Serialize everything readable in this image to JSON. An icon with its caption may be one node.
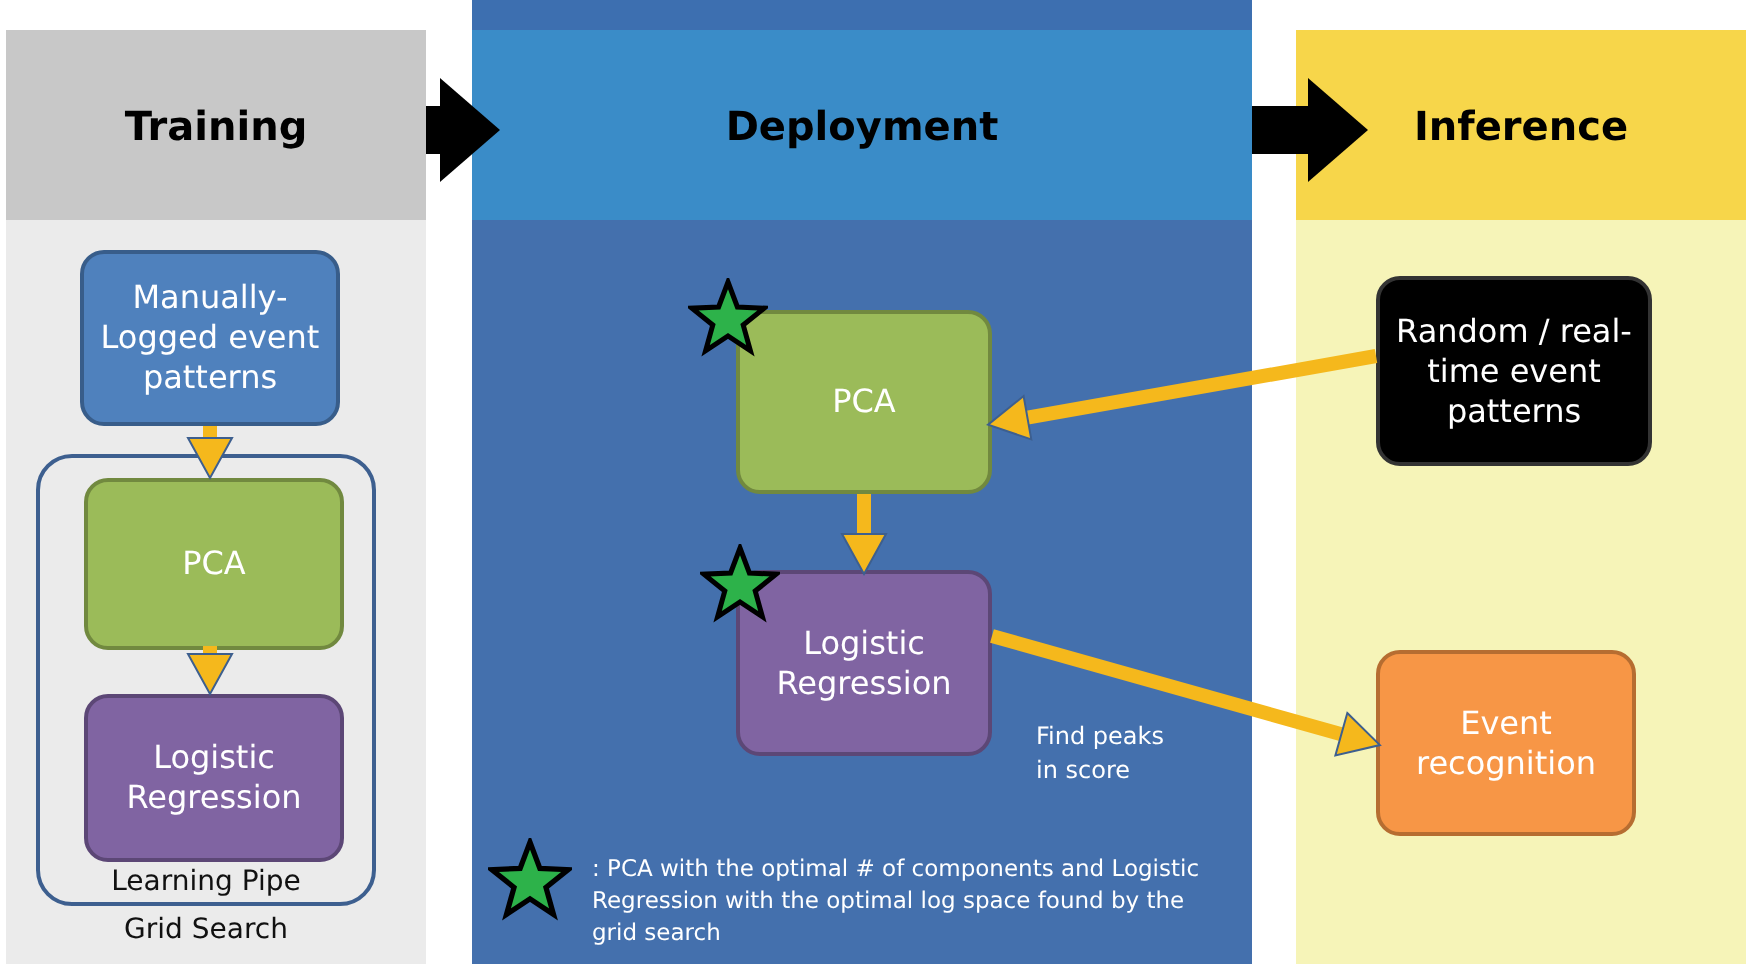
{
  "diagram": {
    "nodes": [
      {
        "text": [
          "Training"
        ]
      },
      {
        "text": [
          "Deployment"
        ]
      },
      {
        "text": [
          "Inference"
        ]
      },
      {
        "text": [
          "Manually-Logged event patterns"
        ],
        "in": 0
      },
      {
        "text": [
          "Learning Pipe"
        ],
        "in": 0,
        "beside": [
          "Grid Search"
        ]
      },
      {
        "text": [
          "PCA"
        ],
        "in": 4
      },
      {
        "text": [
          "Logistic Regression"
        ],
        "in": 4
      },
      {
        "text": [
          "PCA"
        ],
        "in": 1
      },
      {
        "text": [
          "Logistic Regression"
        ],
        "in": 1
      },
      {
        "text": [
          "Random / real-time event patterns"
        ],
        "in": 2
      },
      {
        "text": [
          "Event recognition"
        ],
        "in": 2
      }
    ],
    "edges": [
      {
        "from": 0,
        "to": 1,
        "arrow": "to",
        "style": "thick",
        "color": "#000000"
      },
      {
        "from": 1,
        "to": 2,
        "arrow": "to",
        "style": "thick",
        "color": "#000000"
      },
      {
        "from": 3,
        "to": 5,
        "arrow": "to"
      },
      {
        "from": 5,
        "to": 6,
        "arrow": "to"
      },
      {
        "from": 9,
        "to": 7,
        "arrow": "to"
      },
      {
        "from": 7,
        "to": 8,
        "arrow": "to"
      },
      {
        "from": 8,
        "to": 10,
        "arrow": "to",
        "label": "Find peaks in score"
      }
    ],
    "legend": [
      {
        "text": ": PCA with the optimal # of components and Logistic Regression with the optimal log space found by the grid search"
      }
    ]
  }
}
